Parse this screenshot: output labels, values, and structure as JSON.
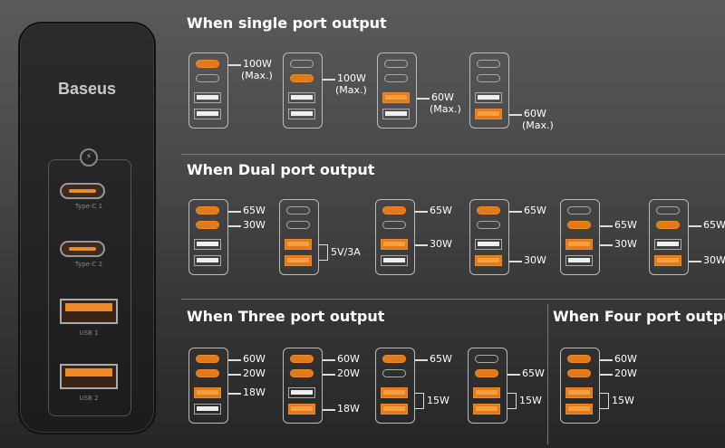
{
  "charger": {
    "brand": "Baseus",
    "ports": [
      "Type-C 1",
      "Type-C 2",
      "USB 1",
      "USB 2"
    ]
  },
  "colors": {
    "accent": "#f08a24"
  },
  "sections": [
    {
      "title": "When single port output",
      "configs": [
        {
          "on": [
            1,
            0,
            0,
            0
          ],
          "labels": [
            "100W",
            "(Max.)"
          ]
        },
        {
          "on": [
            0,
            1,
            0,
            0
          ],
          "labels": [
            "100W",
            "(Max.)"
          ]
        },
        {
          "on": [
            0,
            0,
            1,
            0
          ],
          "labels": [
            "60W",
            "(Max.)"
          ]
        },
        {
          "on": [
            0,
            0,
            0,
            1
          ],
          "labels": [
            "60W",
            "(Max.)"
          ]
        }
      ]
    },
    {
      "title": "When Dual port output",
      "configs": [
        {
          "on": [
            1,
            1,
            0,
            0
          ],
          "labels": [
            "65W",
            "30W"
          ]
        },
        {
          "on": [
            0,
            0,
            1,
            1
          ],
          "labels": [
            "5V/3A"
          ]
        },
        {
          "on": [
            1,
            0,
            1,
            0
          ],
          "labels": [
            "65W",
            "30W"
          ]
        },
        {
          "on": [
            1,
            0,
            0,
            1
          ],
          "labels": [
            "65W",
            "30W"
          ]
        },
        {
          "on": [
            0,
            1,
            1,
            0
          ],
          "labels": [
            "65W",
            "30W"
          ]
        },
        {
          "on": [
            0,
            1,
            0,
            1
          ],
          "labels": [
            "65W",
            "30W"
          ]
        }
      ]
    },
    {
      "title": "When Three port output",
      "configs": [
        {
          "on": [
            1,
            1,
            1,
            0
          ],
          "labels": [
            "60W",
            "20W",
            "18W"
          ]
        },
        {
          "on": [
            1,
            1,
            0,
            1
          ],
          "labels": [
            "60W",
            "20W",
            "18W"
          ]
        },
        {
          "on": [
            1,
            0,
            1,
            1
          ],
          "labels": [
            "65W",
            "15W"
          ]
        },
        {
          "on": [
            0,
            1,
            1,
            1
          ],
          "labels": [
            "65W",
            "15W"
          ]
        }
      ]
    },
    {
      "title": "When Four port output",
      "configs": [
        {
          "on": [
            1,
            1,
            1,
            1
          ],
          "labels": [
            "60W",
            "20W",
            "15W"
          ]
        }
      ]
    }
  ]
}
